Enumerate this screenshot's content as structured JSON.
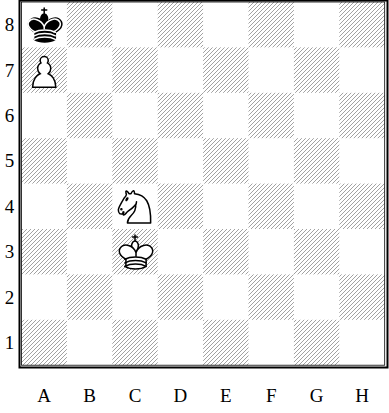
{
  "diagram": {
    "labels": [
      "8",
      "7",
      "6",
      "5",
      "4",
      "3",
      "2",
      "1",
      "A",
      "B",
      "C",
      "D",
      "E",
      "F",
      "G",
      "H"
    ]
  }
}
